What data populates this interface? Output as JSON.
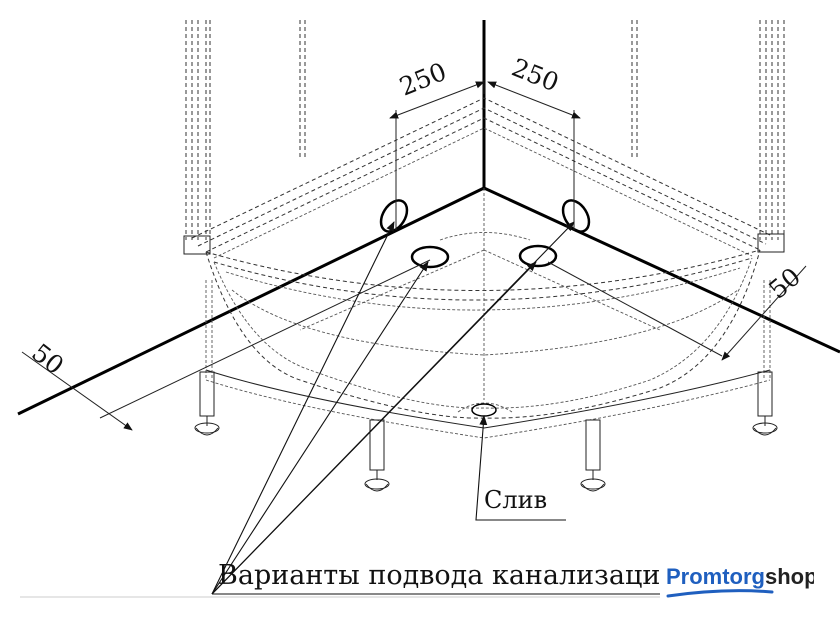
{
  "dimensions": {
    "left_offset": "250",
    "right_offset": "250",
    "left_wall_gap": "50",
    "right_wall_gap": "50"
  },
  "labels": {
    "drain": "Слив",
    "sewer_options": "Варианты подвода канализаци"
  },
  "logo": {
    "part1": "Promtorg",
    "part2": "shop",
    "color_primary": "#1f5fbf",
    "color_secondary": "#222222"
  }
}
